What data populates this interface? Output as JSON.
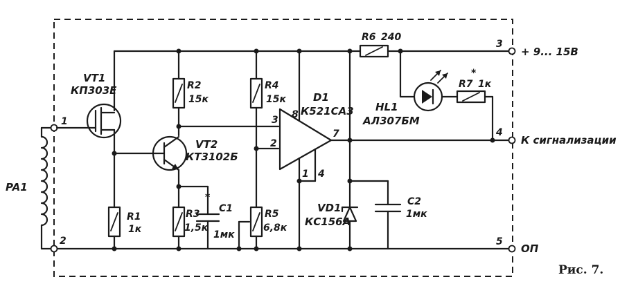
{
  "figure": {
    "caption": "Рис. 7."
  },
  "components": {
    "VT1": {
      "ref": "VT1",
      "type": "КП303Е"
    },
    "VT2": {
      "ref": "VT2",
      "type": "КТ3102Б"
    },
    "D1": {
      "ref": "D1",
      "type": "К521СА3"
    },
    "HL1": {
      "ref": "HL1",
      "type": "АЛ307БМ"
    },
    "VD1": {
      "ref": "VD1",
      "type": "КС156А"
    },
    "PA1": {
      "ref": "PA1"
    },
    "R1": {
      "ref": "R1",
      "value": "1к"
    },
    "R2": {
      "ref": "R2",
      "value": "15к"
    },
    "R3": {
      "ref": "R3",
      "value": "1,5к",
      "mark": "*"
    },
    "R4": {
      "ref": "R4",
      "value": "15к"
    },
    "R5": {
      "ref": "R5",
      "value": "6,8к"
    },
    "R6": {
      "ref": "R6",
      "value": "240"
    },
    "R7": {
      "ref": "R7",
      "value": "1к",
      "mark": "*"
    },
    "C1": {
      "ref": "C1",
      "value": "1мк"
    },
    "C2": {
      "ref": "C2",
      "value": "1мк"
    }
  },
  "pins": {
    "D1_in_plus": "3",
    "D1_in_minus": "2",
    "D1_power": "8",
    "D1_out": "7",
    "D1_gnd1": "1",
    "D1_gnd2": "4"
  },
  "terminals": [
    {
      "num": "1"
    },
    {
      "num": "2"
    },
    {
      "num": "3",
      "label": "+ 9... 15В"
    },
    {
      "num": "4",
      "label": "К сигнализации"
    },
    {
      "num": "5",
      "label": "ОП"
    }
  ]
}
